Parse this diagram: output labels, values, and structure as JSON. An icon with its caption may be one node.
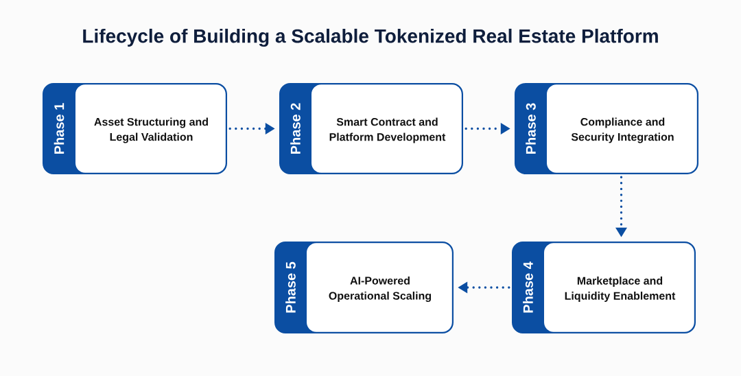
{
  "diagram": {
    "title": "Lifecycle of Building a Scalable Tokenized Real Estate Platform",
    "nodes": [
      {
        "text": [
          "Phase 1",
          "Asset Structuring and Legal Validation"
        ]
      },
      {
        "text": [
          "Phase 2",
          "Smart Contract and Platform Development"
        ]
      },
      {
        "text": [
          "Phase 3",
          "Compliance and Security Integration"
        ]
      },
      {
        "text": [
          "Phase 4",
          "Marketplace and Liquidity Enablement"
        ]
      },
      {
        "text": [
          "Phase 5",
          "AI-Powered Operational Scaling"
        ]
      }
    ],
    "edges": [
      {
        "from": 0,
        "to": 1,
        "arrow": "to"
      },
      {
        "from": 1,
        "to": 2,
        "arrow": "to"
      },
      {
        "from": 2,
        "to": 3,
        "arrow": "to"
      },
      {
        "from": 3,
        "to": 4,
        "arrow": "to"
      }
    ]
  }
}
